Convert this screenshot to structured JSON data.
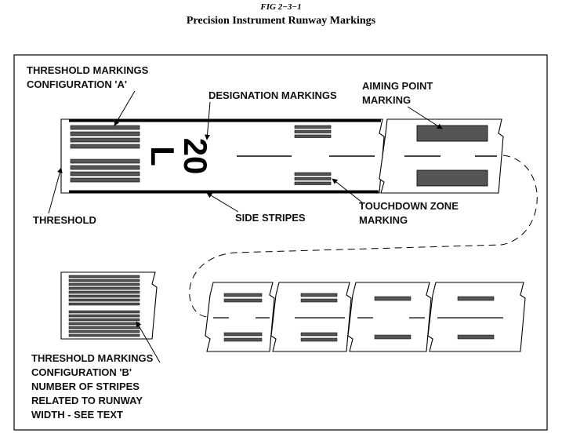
{
  "figure": {
    "number": "FIG 2−3−1",
    "title": "Precision Instrument Runway Markings"
  },
  "labels": {
    "threshold_markings_a_1": "THRESHOLD MARKINGS",
    "threshold_markings_a_2": "CONFIGURATION 'A'",
    "designation_markings": "DESIGNATION MARKINGS",
    "aiming_point_1": "AIMING POINT",
    "aiming_point_2": "MARKING",
    "threshold": "THRESHOLD",
    "side_stripes": "SIDE STRIPES",
    "touchdown_zone_1": "TOUCHDOWN ZONE",
    "touchdown_zone_2": "MARKING",
    "threshold_markings_b_1": "THRESHOLD MARKINGS",
    "threshold_markings_b_2": "CONFIGURATION 'B'",
    "threshold_markings_b_3": "NUMBER OF STRIPES",
    "threshold_markings_b_4": "RELATED TO RUNWAY",
    "threshold_markings_b_5": "WIDTH - SEE TEXT"
  },
  "runway": {
    "designation_number": "20",
    "designation_letter": "L"
  },
  "colors": {
    "ink": "#000000",
    "marking_fill": "#555555"
  }
}
